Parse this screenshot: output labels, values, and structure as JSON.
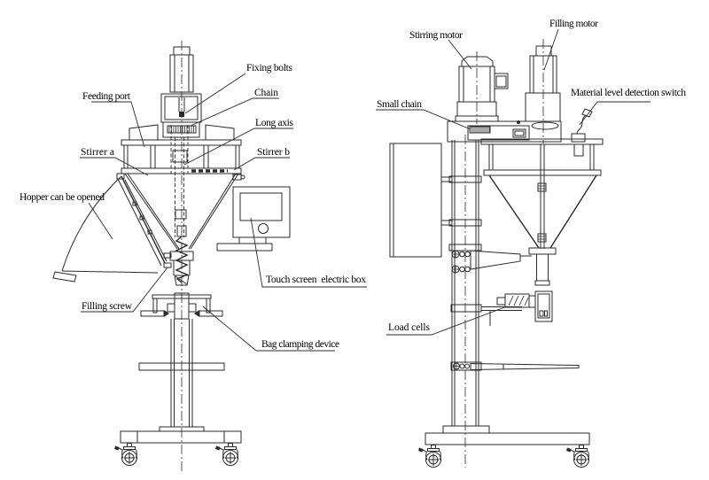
{
  "diagram": {
    "background": "#ffffff",
    "line_color": "#2b2b2b",
    "text_color": "#000000",
    "views": {
      "front": {
        "labels": {
          "feeding_port": "Feeding port",
          "fixing_bolts": "Fixing bolts",
          "chain": "Chain",
          "long_axis": "Long axis",
          "stirrer_a": "Stirrer a",
          "stirrer_b": "Stirrer b",
          "hopper_can_be_opened": "Hopper can be opened",
          "touch_screen_electric_box": "Touch screen  electric box",
          "filling_screw": "Filling screw",
          "bag_clamping_device": "Bag clamping device"
        }
      },
      "side": {
        "labels": {
          "stirring_motor": "Stirring motor",
          "filling_motor": "Filling motor",
          "small_chain": "Small chain",
          "material_level_detection_switch": "Material level detection switch",
          "load_cells": "Load cells"
        }
      }
    }
  }
}
